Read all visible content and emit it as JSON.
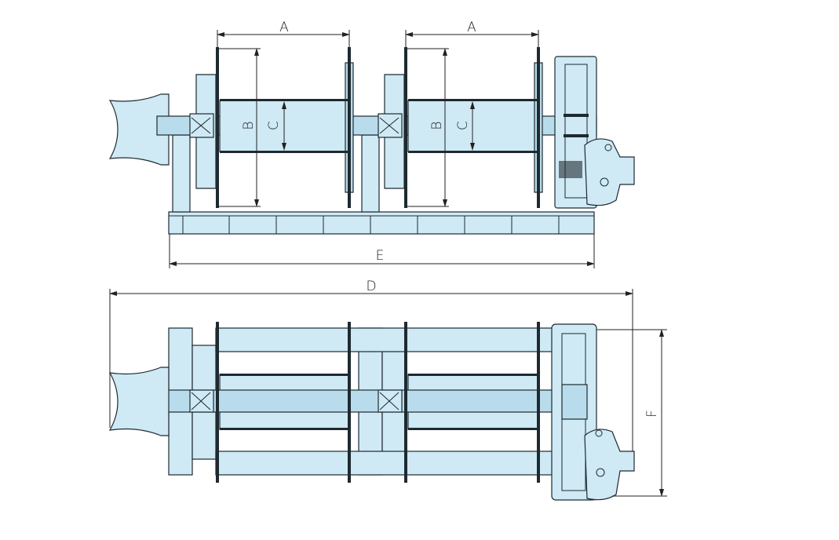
{
  "drawing": {
    "title": "Double drum winch with warping head - general arrangement",
    "dimensions": {
      "drum_length_1": "A",
      "drum_length_2": "A",
      "flange_diameter_1": "B",
      "barrel_diameter_1": "C",
      "flange_diameter_2": "B",
      "barrel_diameter_2": "C",
      "base_length": "E",
      "overall_length": "D",
      "overall_width": "F"
    },
    "colors": {
      "body": "#cfe9f5",
      "outline": "#1e2a30"
    }
  }
}
